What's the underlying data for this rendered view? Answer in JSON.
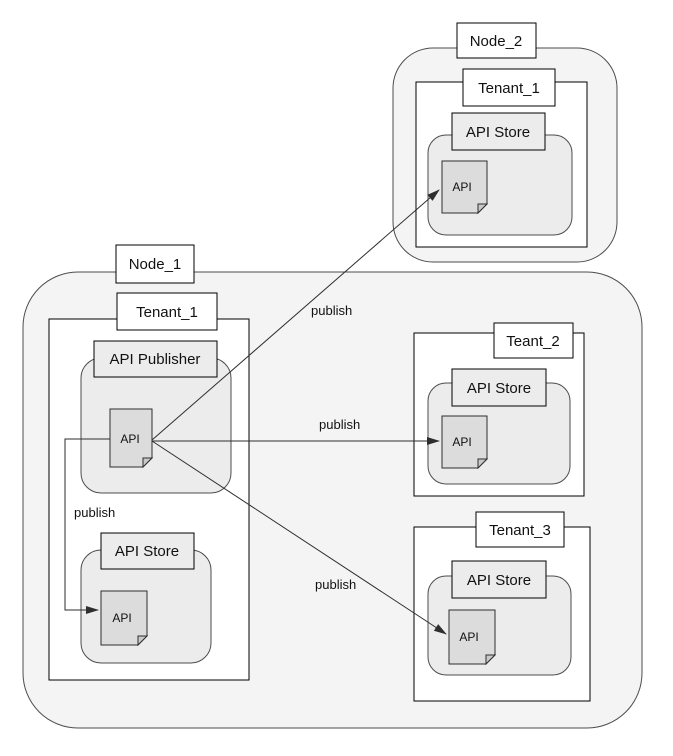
{
  "diagram": {
    "type": "deployment-diagram",
    "colors": {
      "node_fill": "#f4f4f4",
      "node_stroke": "#4d4d4d",
      "tenant_fill": "#ffffff",
      "tenant_stroke": "#000000",
      "component_fill": "#ececec",
      "artifact_fill": "#dcdcdc",
      "artifact_fold": "#c9c9c9",
      "edge_color": "#2e2e2e",
      "text_color": "#111111"
    },
    "nodes": [
      {
        "label": "Node_2",
        "tenants": [
          {
            "label": "Tenant_1",
            "components": [
              {
                "label": "API Store",
                "artifact": "API"
              }
            ]
          }
        ]
      },
      {
        "label": "Node_1",
        "tenants": [
          {
            "label": "Tenant_1",
            "components": [
              {
                "label": "API Publisher",
                "artifact": "API"
              },
              {
                "label": "API Store",
                "artifact": "API"
              }
            ]
          },
          {
            "label": "Teant_2",
            "components": [
              {
                "label": "API Store",
                "artifact": "API"
              }
            ]
          },
          {
            "label": "Tenant_3",
            "components": [
              {
                "label": "API Store",
                "artifact": "API"
              }
            ]
          }
        ]
      }
    ],
    "arrows": [
      {
        "label": "publish",
        "from": "Node_1 / Tenant_1 / API Publisher / API",
        "to": "Node_2 / Tenant_1 / API Store / API"
      },
      {
        "label": "publish",
        "from": "Node_1 / Tenant_1 / API Publisher / API",
        "to": "Node_1 / Teant_2 / API Store / API"
      },
      {
        "label": "publish",
        "from": "Node_1 / Tenant_1 / API Publisher / API",
        "to": "Node_1 / Tenant_3 / API Store / API"
      },
      {
        "label": "publish",
        "from": "Node_1 / Tenant_1 / API Publisher / API",
        "to": "Node_1 / Tenant_1 / API Store / API"
      }
    ]
  }
}
